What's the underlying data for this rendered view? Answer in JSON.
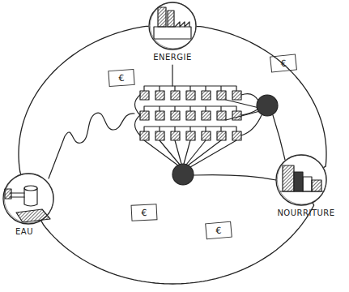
{
  "diagram": {
    "nodes": [
      {
        "text": [
          "ENERGIE"
        ]
      },
      {
        "text": [
          "€"
        ]
      },
      {
        "text": [
          "€"
        ]
      },
      {
        "text": [
          "NOURRITURE"
        ]
      },
      {
        "text": [
          "EAU"
        ]
      },
      {
        "text": [
          "€"
        ]
      },
      {
        "text": [
          "€"
        ]
      }
    ],
    "edges": [
      {
        "from": 0,
        "to": 3,
        "arrow": "none"
      },
      {
        "from": 3,
        "to": 4,
        "arrow": "none"
      },
      {
        "from": 4,
        "to": 0,
        "arrow": "none"
      }
    ]
  }
}
